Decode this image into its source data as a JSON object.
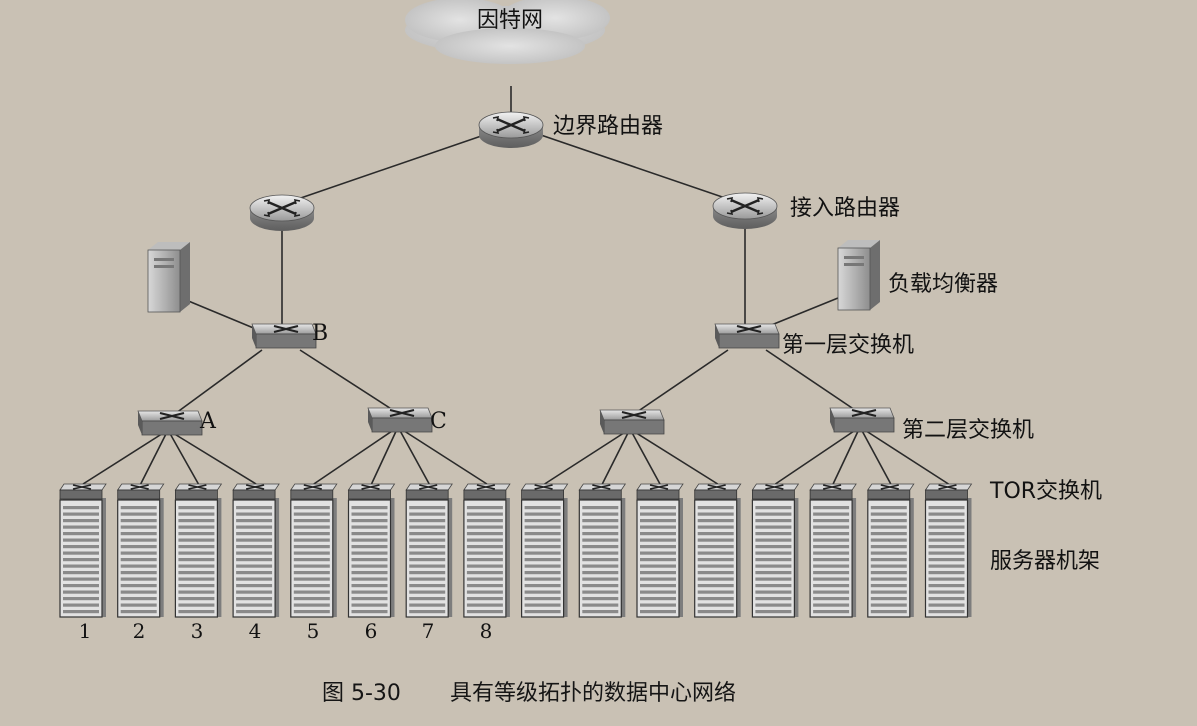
{
  "labels": {
    "internet": "因特网",
    "border_router": "边界路由器",
    "access_router": "接入路由器",
    "load_balancer": "负载均衡器",
    "tier1_switch": "第一层交换机",
    "tier2_switch": "第二层交换机",
    "tor_switch": "TOR交换机",
    "server_racks": "服务器机架"
  },
  "switch_letters": [
    "A",
    "B",
    "C"
  ],
  "rack_numbers": [
    "1",
    "2",
    "3",
    "4",
    "5",
    "6",
    "7",
    "8"
  ],
  "rack_count": 16,
  "caption": {
    "figure_no": "图 5-30",
    "title": "具有等级拓扑的数据中心网络"
  }
}
